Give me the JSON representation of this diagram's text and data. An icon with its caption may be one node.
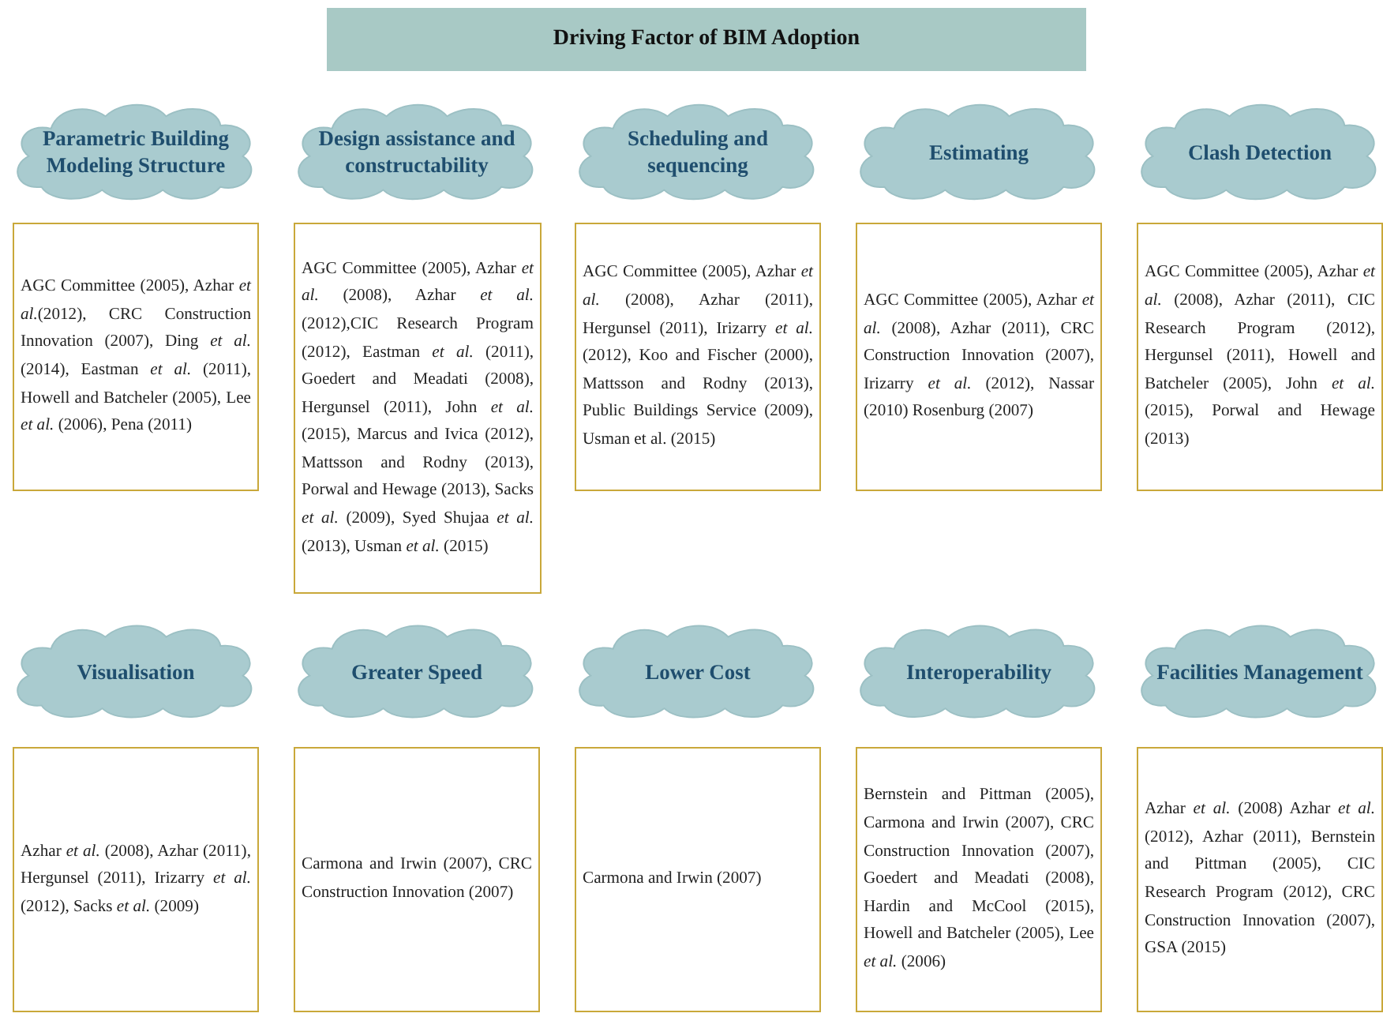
{
  "diagram": {
    "title": "Driving Factor of BIM Adoption",
    "nodes": [
      {
        "text": [
          "Parametric Building Modeling Structure"
        ]
      },
      {
        "text": [
          "Design assistance and constructability"
        ]
      },
      {
        "text": [
          "Scheduling and sequencing"
        ]
      },
      {
        "text": [
          "Estimating"
        ]
      },
      {
        "text": [
          "Clash Detection"
        ]
      },
      {
        "text": [
          "AGC Committee (2005), Azhar *et al.*(2012), CRC Construction Innovation (2007), Ding *et al.* (2014), Eastman *et al.* (2011), Howell and Batcheler (2005), Lee *et al.* (2006), Pena (2011)"
        ]
      },
      {
        "text": [
          "AGC Committee (2005), Azhar *et al.* (2008), Azhar *et al.* (2012),CIC Research Program (2012), Eastman *et al.* (2011), Goedert and Meadati (2008), Hergunsel (2011), John *et al.* (2015), Marcus and Ivica (2012), Mattsson and Rodny (2013), Porwal and Hewage (2013), Sacks *et al.* (2009), Syed Shujaa *et al.* (2013), Usman *et al.* (2015)"
        ]
      },
      {
        "text": [
          "AGC Committee (2005), Azhar *et al.* (2008), Azhar (2011), Hergunsel (2011), Irizarry *et al.* (2012), Koo and Fischer (2000), Mattsson and Rodny (2013), Public Buildings Service (2009), Usman et al. (2015)"
        ]
      },
      {
        "text": [
          "AGC Committee (2005), Azhar *et al.* (2008), Azhar (2011), CRC Construction Innovation (2007), Irizarry *et al.* (2012), Nassar (2010) Rosenburg (2007)"
        ]
      },
      {
        "text": [
          "AGC Committee (2005), Azhar *et al.* (2008), Azhar (2011), CIC Research Program (2012), Hergunsel (2011), Howell and Batcheler (2005), John *et al.* (2015), Porwal and Hewage (2013)"
        ]
      },
      {
        "text": [
          "Visualisation"
        ]
      },
      {
        "text": [
          "Greater Speed"
        ]
      },
      {
        "text": [
          "Lower Cost"
        ]
      },
      {
        "text": [
          "Interoperability"
        ]
      },
      {
        "text": [
          "Facilities Management"
        ]
      },
      {
        "text": [
          "Azhar *et al.* (2008), Azhar (2011), Hergunsel (2011), Irizarry *et al.* (2012), Sacks *et al.* (2009)"
        ]
      },
      {
        "text": [
          "Carmona and Irwin (2007), CRC Construction Innovation (2007)"
        ]
      },
      {
        "text": [
          "Carmona and Irwin (2007)"
        ]
      },
      {
        "text": [
          "Bernstein and Pittman (2005), Carmona and Irwin (2007), CRC Construction Innovation (2007), Goedert and Meadati (2008), Hardin and McCool (2015), Howell and Batcheler (2005), Lee *et al.* (2006)"
        ]
      },
      {
        "text": [
          "Azhar *et al.* (2008) Azhar *et al.* (2012), Azhar (2011), Bernstein and Pittman (2005), CIC Research Program (2012), CRC Construction Innovation (2007), GSA (2015)"
        ]
      }
    ],
    "edges": []
  }
}
